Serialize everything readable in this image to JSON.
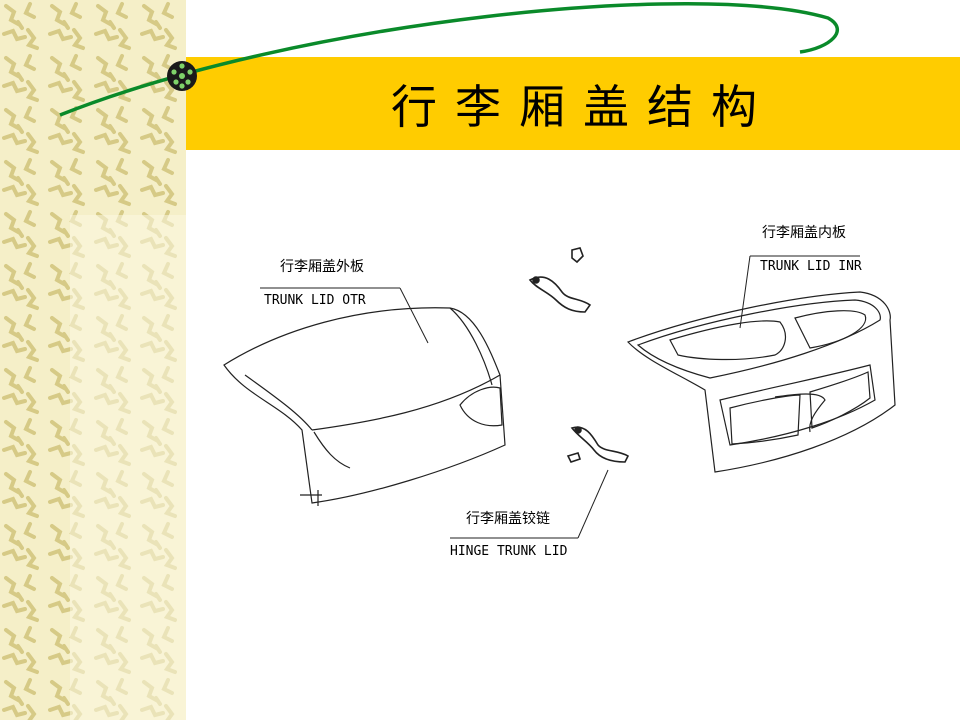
{
  "slide": {
    "title": "行李厢盖结构",
    "colors": {
      "title_bar": "#ffcc00",
      "strip_base": "#f5efc8",
      "strip_pattern": "#d8cc86",
      "arc": "#0a8a2a"
    }
  },
  "diagram": {
    "outer_panel": {
      "label_cn": "行李厢盖外板",
      "label_en": "TRUNK LID OTR"
    },
    "inner_panel": {
      "label_cn": "行李厢盖内板",
      "label_en": "TRUNK LID INR"
    },
    "hinge": {
      "label_cn": "行李厢盖铰链",
      "label_en": "HINGE TRUNK LID"
    }
  }
}
